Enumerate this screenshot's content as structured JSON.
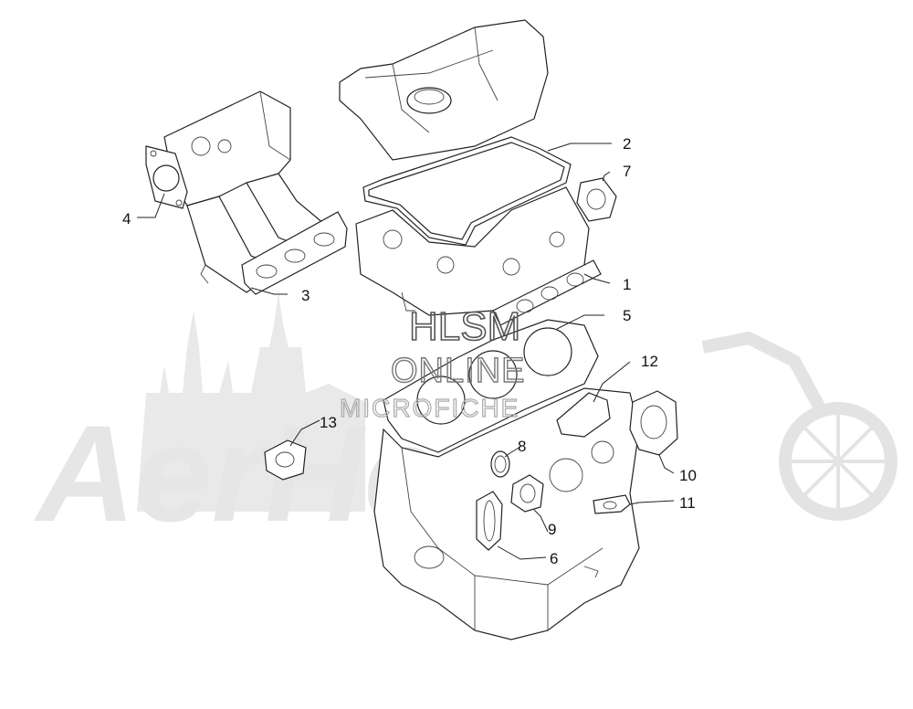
{
  "watermark": {
    "line1": "HLSM",
    "line2": "ONLINE",
    "line3": "MICROFICHE",
    "brand_text": "AerHeim"
  },
  "callouts": [
    {
      "id": "1",
      "label": "1"
    },
    {
      "id": "2",
      "label": "2"
    },
    {
      "id": "3",
      "label": "3"
    },
    {
      "id": "4",
      "label": "4"
    },
    {
      "id": "5",
      "label": "5"
    },
    {
      "id": "6",
      "label": "6"
    },
    {
      "id": "7",
      "label": "7"
    },
    {
      "id": "8",
      "label": "8"
    },
    {
      "id": "9",
      "label": "9"
    },
    {
      "id": "10",
      "label": "10"
    },
    {
      "id": "11",
      "label": "11"
    },
    {
      "id": "12",
      "label": "12"
    },
    {
      "id": "13",
      "label": "13"
    }
  ],
  "colors": {
    "line": "#222222",
    "background": "#ffffff",
    "watermark": "#e6e6e6"
  }
}
